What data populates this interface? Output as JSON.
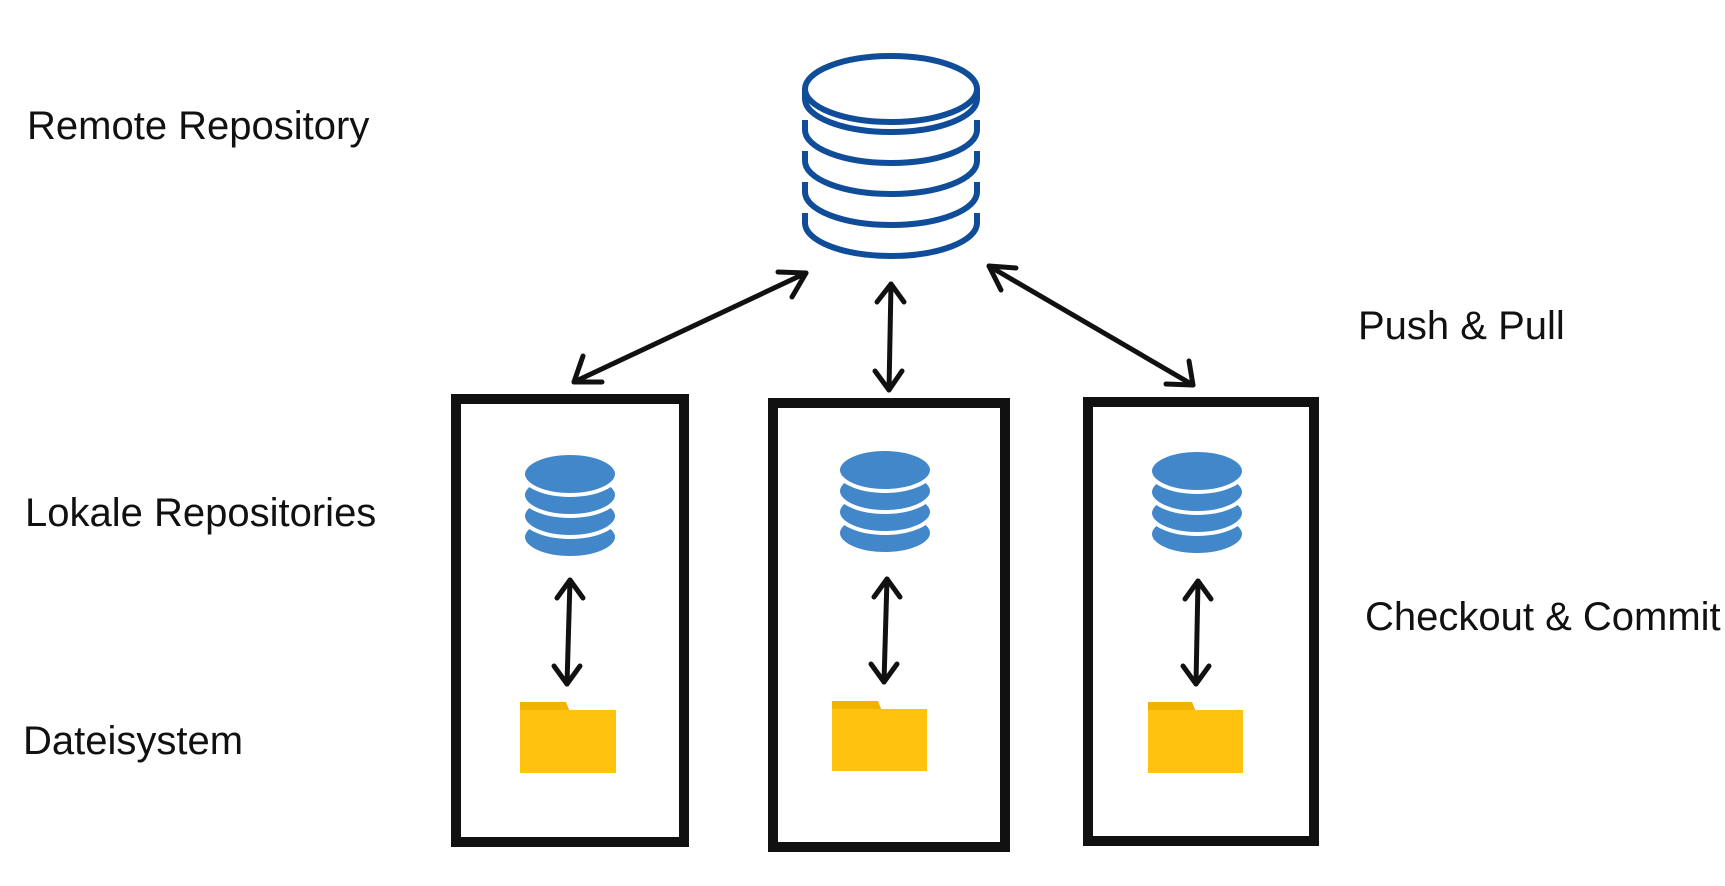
{
  "labels": {
    "remote": "Remote Repository",
    "local": "Lokale Repositories",
    "filesystem": "Dateisystem",
    "push_pull": "Push & Pull",
    "checkout_commit": "Checkout & Commit"
  },
  "colors": {
    "remote_db_stroke": "#0F4D99",
    "local_db_fill": "#4187C9",
    "folder_fill": "#FFC20E",
    "folder_shade": "#F2B200",
    "arrow": "#111111",
    "box": "#111111"
  },
  "local_count": 3
}
